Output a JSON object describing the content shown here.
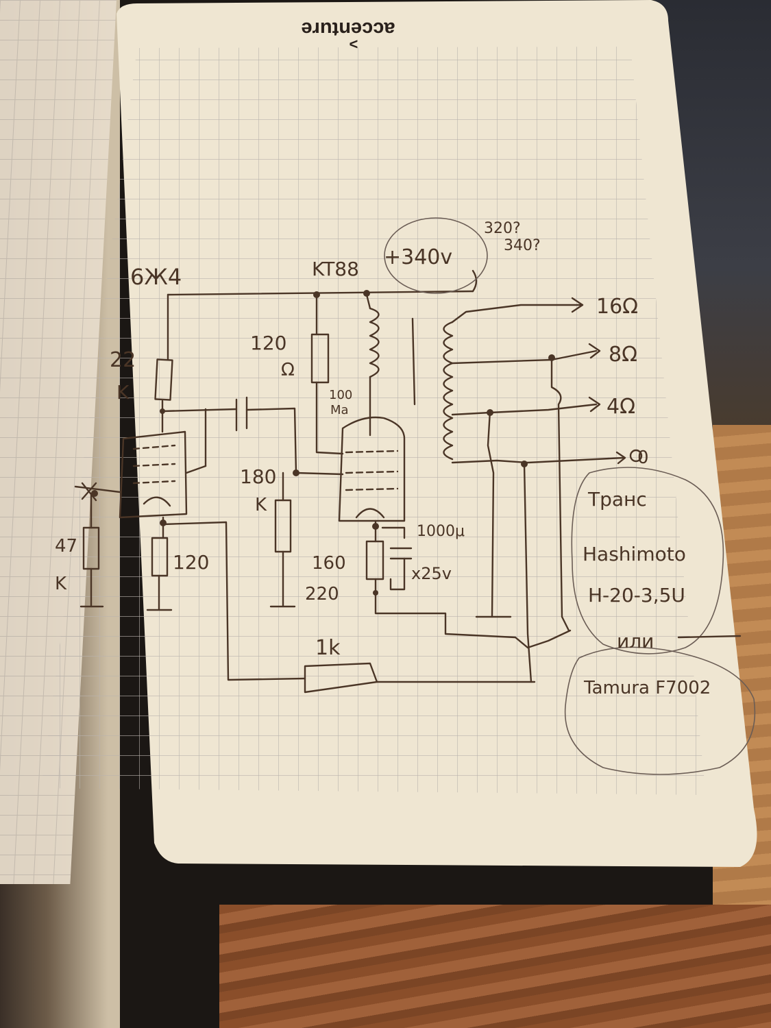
{
  "brand": {
    "text": "accenture",
    "mark": ">"
  },
  "labels": {
    "tube1": "6Ж4",
    "tube2": "KT88",
    "supply": "+340v",
    "supply_question1": "320?",
    "supply_question2": "340?",
    "r_22k_value": "22",
    "r_22k_unit": "K",
    "r_120ohm_value": "120",
    "r_120ohm_unit": "Ω",
    "current_value": "100",
    "current_unit": "Ma",
    "r_180k_value": "180",
    "r_180k_unit": "K",
    "r_47k_value": "47",
    "r_47k_unit": "K",
    "r_120_cathode": "120",
    "r_160": "160",
    "r_220": "220",
    "cap_value": "1000μ",
    "cap_voltage": "x25v",
    "pot_1k": "1k",
    "out_16": "16Ω",
    "out_8": "8Ω",
    "out_4": "4Ω",
    "out_0": "0",
    "trans_label": "Транс",
    "trans_brand": "Hashimoto",
    "trans_model": "H-20-3,5U",
    "or_word": "или",
    "alt_model": "Tamura F7002"
  },
  "colors": {
    "ink": "#4a3526",
    "paper": "#efe6d2",
    "grid": "#b9b3ad"
  }
}
